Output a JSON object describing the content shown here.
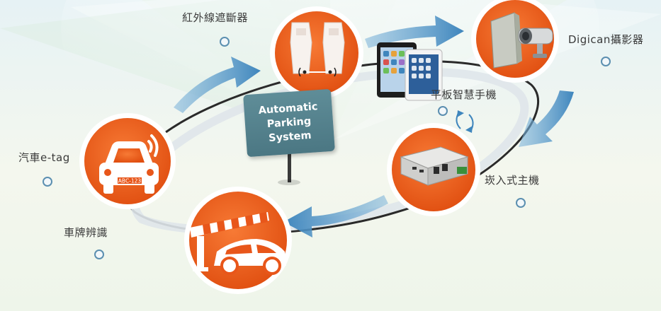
{
  "labels": {
    "infrared": "紅外線遮斷器",
    "camera": "Digican攝影器",
    "tablet": "平板智慧手機",
    "embedded": "崁入式主機",
    "plate": "車牌辨識",
    "etag": "汽車e-tag",
    "plate_text": "ABC-123"
  },
  "sign": {
    "line1": "Automatic",
    "line2": "Parking",
    "line3": "System"
  },
  "colors": {
    "circle_orange": "#ec5a18",
    "ring_white": "#ffffff",
    "arrow_blue": "#4f95c7",
    "sign_teal": "#557f8a",
    "track_dark": "#2a2a2a"
  }
}
